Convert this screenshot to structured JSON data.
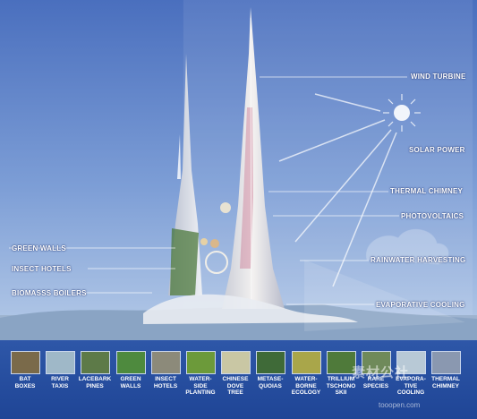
{
  "callouts": {
    "wind_turbine": "WIND TURBINE",
    "solar_power": "SOLAR POWER",
    "thermal_chimney": "THERMAL CHIMNEY",
    "photovoltaics": "PHOTOVOLTAICS",
    "rainwater_harvesting": "RAINWATER HARVESTING",
    "evaporative_cooling": "EVAPORATIVE COOLING",
    "green_walls": "GREEN WALLS",
    "insect_hotels": "INSECT HOTELS",
    "biomass_boilers": "BIOMASSS BOILERS"
  },
  "strip": [
    {
      "caption": "BAT\nBOXES",
      "color": "#7a6a4a"
    },
    {
      "caption": "RIVER\nTAXIS",
      "color": "#9fb8c8"
    },
    {
      "caption": "LACEBARK\nPINES",
      "color": "#5d7a48"
    },
    {
      "caption": "GREEN\nWALLS",
      "color": "#4e8a3e"
    },
    {
      "caption": "INSECT\nHOTELS",
      "color": "#8c8a7a"
    },
    {
      "caption": "WATER-\nSIDE\nPLANTING",
      "color": "#6c9a3a"
    },
    {
      "caption": "CHINESE\nDOVE\nTREE",
      "color": "#c9c7a4"
    },
    {
      "caption": "METASE-\nQUOIAS",
      "color": "#3f6a38"
    },
    {
      "caption": "WATER-\nBORNE\nECOLOGY",
      "color": "#a9a64a"
    },
    {
      "caption": "TRILLIUM\nTSCHONO\nSKII",
      "color": "#4f7a3a"
    },
    {
      "caption": "RARE\nSPECIES",
      "color": "#6f8a5a"
    },
    {
      "caption": "EVAPORA-\nTIVE\nCOOLING",
      "color": "#b8c9d6"
    },
    {
      "caption": "THERMAL\nCHIMNEY",
      "color": "#8a98b0"
    }
  ],
  "watermark": {
    "main": "素材公社",
    "sub": "tooopen.com"
  }
}
